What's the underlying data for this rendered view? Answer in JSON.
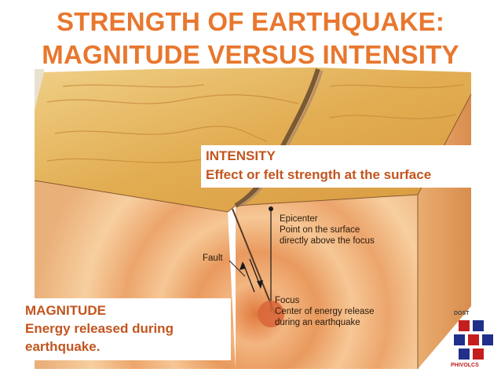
{
  "title": {
    "line1": "STRENGTH OF EARTHQUAKE:",
    "line2": "MAGNITUDE VERSUS INTENSITY"
  },
  "intensity": {
    "heading": "INTENSITY",
    "description": "Effect or felt strength at the surface"
  },
  "magnitude": {
    "heading": "MAGNITUDE",
    "line1": "Energy released during",
    "line2": "earthquake."
  },
  "labels": {
    "epicenter": "Epicenter",
    "epicenter_desc1": "Point on the surface",
    "epicenter_desc2": "directly above the focus",
    "fault": "Fault",
    "focus": "Focus",
    "focus_desc1": "Center of energy release",
    "focus_desc2": "during an earthquake"
  },
  "logo": {
    "top_text": "DOST",
    "bottom_text": "PHIVOLCS"
  },
  "colors": {
    "title": "#e8772e",
    "callout_text": "#c3551f",
    "terrain": "#e3b25a",
    "block_front": "#f0c48c",
    "focus": "#e8864a"
  }
}
